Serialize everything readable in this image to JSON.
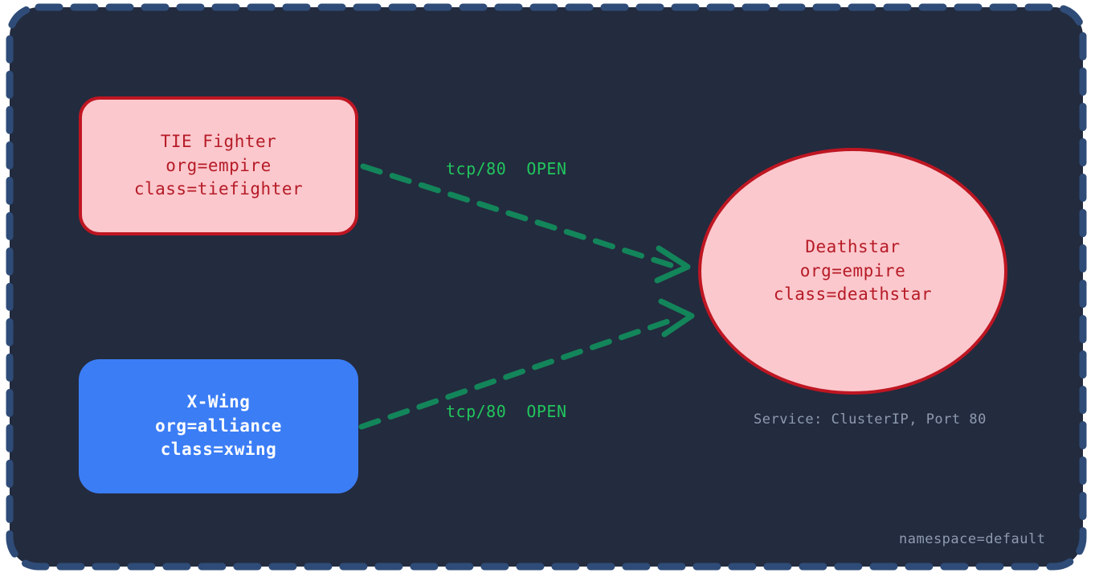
{
  "theme": {
    "background": "#232B3E",
    "frame_border": "#2F4C78",
    "pink_fill": "#FBC8CD",
    "red_stroke": "#BE1622",
    "red_text": "#B61B27",
    "blue_fill": "#3B7DF5",
    "white_text": "#FFFFFF",
    "green_edge": "#13855A",
    "green_label": "#21C55D",
    "muted_text": "#8E9BB0"
  },
  "nodes": {
    "tiefighter": {
      "shape": "rounded-rect",
      "lines": [
        "TIE Fighter",
        "org=empire",
        "class=tiefighter"
      ]
    },
    "xwing": {
      "shape": "rounded-rect",
      "lines": [
        "X-Wing",
        "org=alliance",
        "class=xwing"
      ]
    },
    "deathstar": {
      "shape": "ellipse",
      "lines": [
        "Deathstar",
        "org=empire",
        "class=deathstar"
      ]
    }
  },
  "edges": [
    {
      "id": "tie-to-deathstar",
      "from": "tiefighter",
      "to": "deathstar",
      "label": "tcp/80  OPEN",
      "style": "dashed",
      "status": "OPEN"
    },
    {
      "id": "xwing-to-deathstar",
      "from": "xwing",
      "to": "deathstar",
      "label": "tcp/80  OPEN",
      "style": "dashed",
      "status": "OPEN"
    }
  ],
  "annotations": {
    "service": "Service: ClusterIP, Port 80",
    "namespace": "namespace=default"
  }
}
